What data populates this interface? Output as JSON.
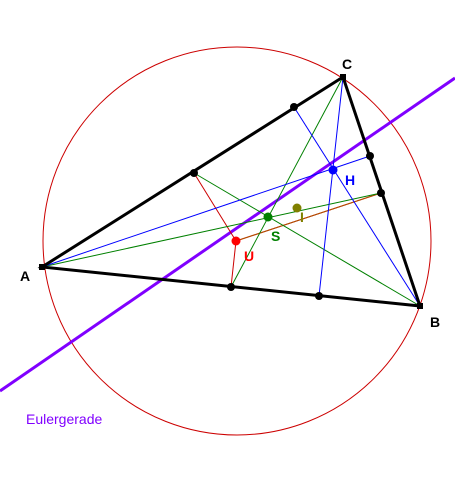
{
  "labels": {
    "A": "A",
    "B": "B",
    "C": "C",
    "U": "U",
    "S": "S",
    "H": "H",
    "I": "I",
    "euler_line": "Eulergerade"
  },
  "colors": {
    "triangle": "#000000",
    "circumcircle": "#cc0000",
    "circumcenter": "#ff0000",
    "centroid": "#008000",
    "orthocenter": "#0000ff",
    "incenter": "#808000",
    "euler_line": "#8000ff",
    "bisector": "#b05000",
    "perp_bisector": "#cc0000",
    "median": "#008000",
    "altitude": "#0000ff"
  }
}
